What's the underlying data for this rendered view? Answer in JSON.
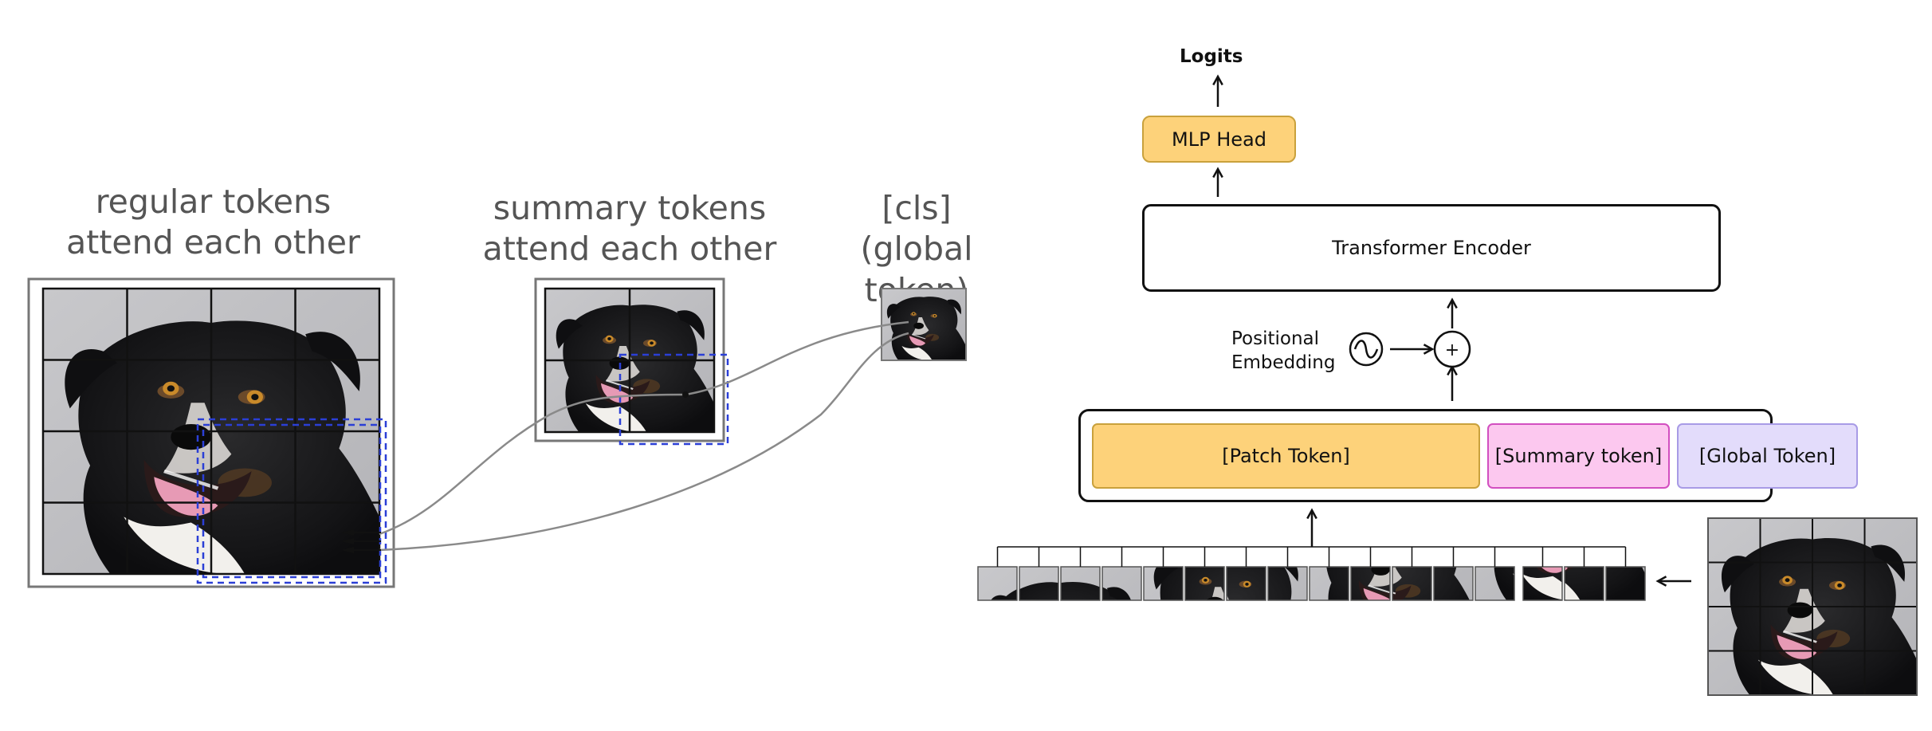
{
  "left_labels": {
    "regular": "regular tokens attend each other",
    "summary": "summary tokens attend each other",
    "cls": "[cls] (global token)"
  },
  "architecture": {
    "logits": "Logits",
    "mlp_head": "MLP Head",
    "transformer_encoder": "Transformer Encoder",
    "positional_embedding": "Positional Embedding",
    "plus_symbol": "+",
    "tokens": {
      "patch": "[Patch Token]",
      "summary": "[Summary token]",
      "global": "[Global Token]"
    }
  },
  "colors": {
    "patch_fill": "#fdd27a",
    "patch_border": "#c9a13c",
    "summary_fill": "#fcc8ef",
    "summary_border": "#d24fc0",
    "global_fill": "#e3dcfb",
    "global_border": "#a89be6",
    "mlp_fill": "#fdd27a",
    "mlp_border": "#c9a13c",
    "dashed_highlight": "#2b3fd6",
    "connector": "#8a8a8a"
  }
}
